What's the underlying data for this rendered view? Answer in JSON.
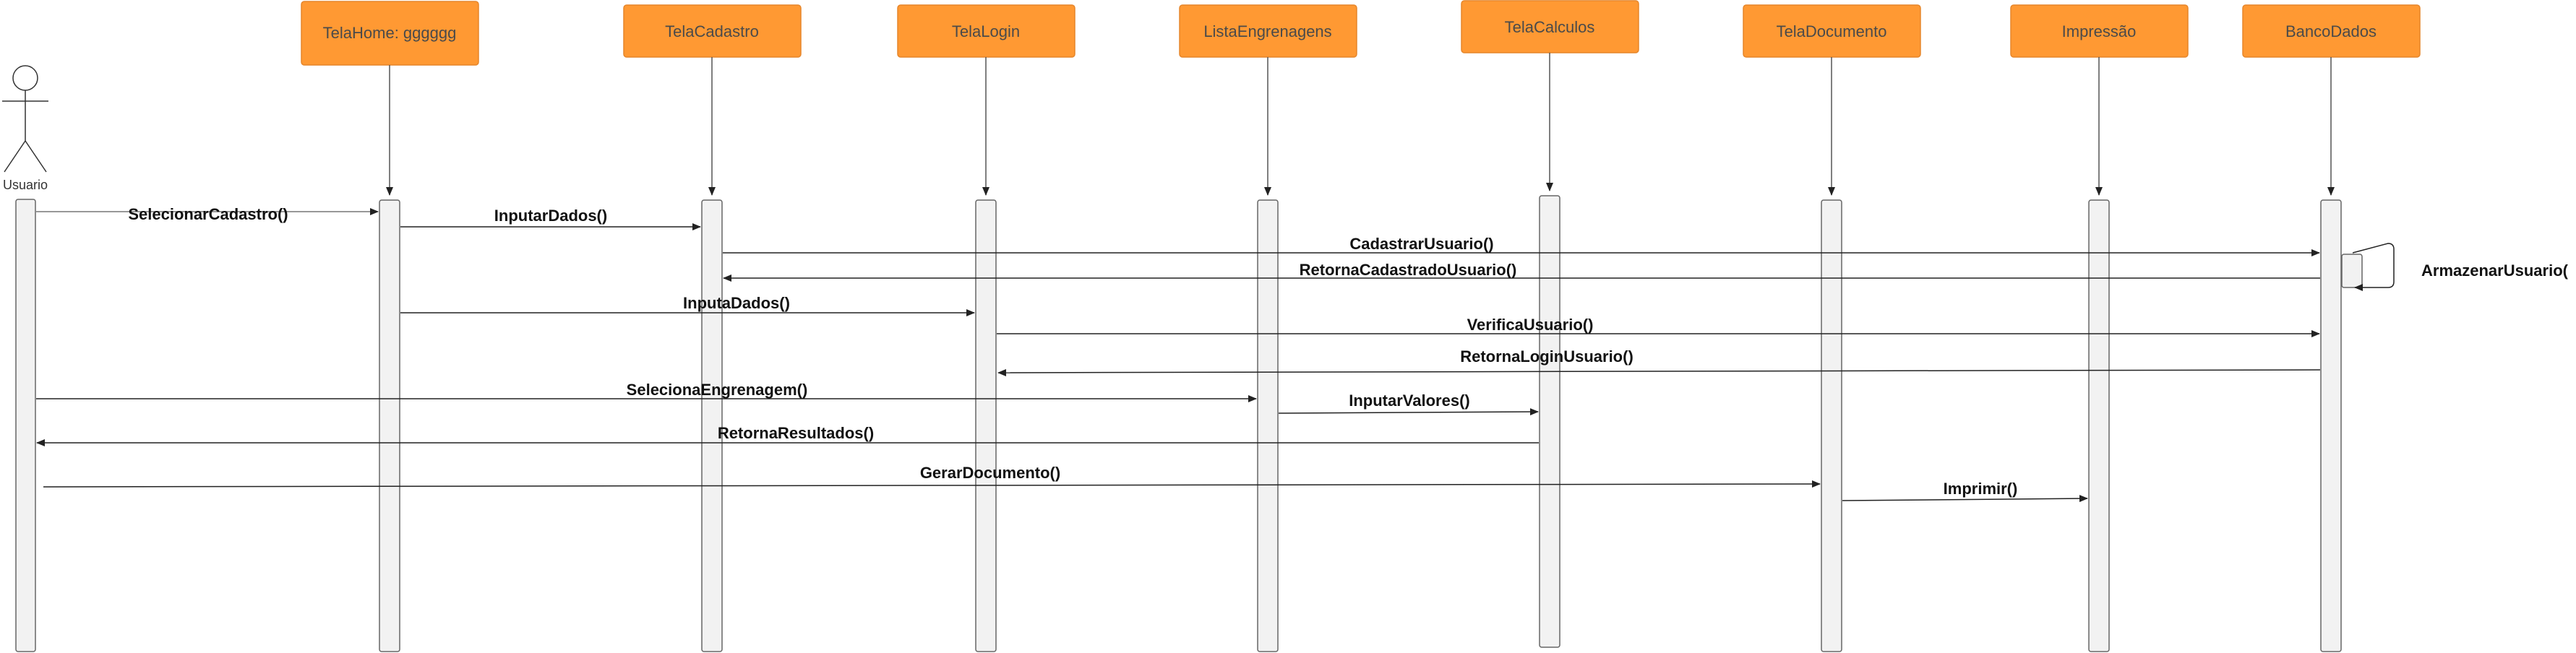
{
  "actor": {
    "label": "Usuario"
  },
  "participants": [
    {
      "id": "home",
      "label": "TelaHome: gggggg"
    },
    {
      "id": "cadastro",
      "label": "TelaCadastro"
    },
    {
      "id": "login",
      "label": "TelaLogin"
    },
    {
      "id": "lista",
      "label": "ListaEngrenagens"
    },
    {
      "id": "calculos",
      "label": "TelaCalculos"
    },
    {
      "id": "documento",
      "label": "TelaDocumento"
    },
    {
      "id": "impressao",
      "label": "Impressão"
    },
    {
      "id": "banco",
      "label": "BancoDados"
    }
  ],
  "messages": [
    {
      "id": "m1",
      "label": "SelecionarCadastro()",
      "from": "actor",
      "to": "home"
    },
    {
      "id": "m2",
      "label": "InputarDados()",
      "from": "home",
      "to": "cadastro"
    },
    {
      "id": "m3",
      "label": "CadastrarUsuario()",
      "from": "cadastro",
      "to": "banco"
    },
    {
      "id": "m4",
      "label": "ArmazenarUsuario(",
      "from": "banco",
      "to": "banco"
    },
    {
      "id": "m5",
      "label": "RetornaCadastradoUsuario()",
      "from": "banco",
      "to": "cadastro"
    },
    {
      "id": "m6",
      "label": "InputaDados()",
      "from": "home",
      "to": "login"
    },
    {
      "id": "m7",
      "label": "VerificaUsuario()",
      "from": "login",
      "to": "banco"
    },
    {
      "id": "m8",
      "label": "RetornaLoginUsuario()",
      "from": "banco",
      "to": "login"
    },
    {
      "id": "m9",
      "label": "SelecionaEngrenagem()",
      "from": "actor",
      "to": "lista"
    },
    {
      "id": "m10",
      "label": "InputarValores()",
      "from": "lista",
      "to": "calculos"
    },
    {
      "id": "m11",
      "label": "RetornaResultados()",
      "from": "calculos",
      "to": "actor"
    },
    {
      "id": "m12",
      "label": "GerarDocumento()",
      "from": "actor",
      "to": "documento"
    },
    {
      "id": "m13",
      "label": "Imprimir()",
      "from": "documento",
      "to": "impressao"
    }
  ],
  "colors": {
    "participant_fill": "#FF9933",
    "participant_stroke": "#E6862A",
    "activation_fill": "#F2F2F2",
    "activation_stroke": "#666666",
    "lifeline": "#555555",
    "arrow": "#222222"
  }
}
